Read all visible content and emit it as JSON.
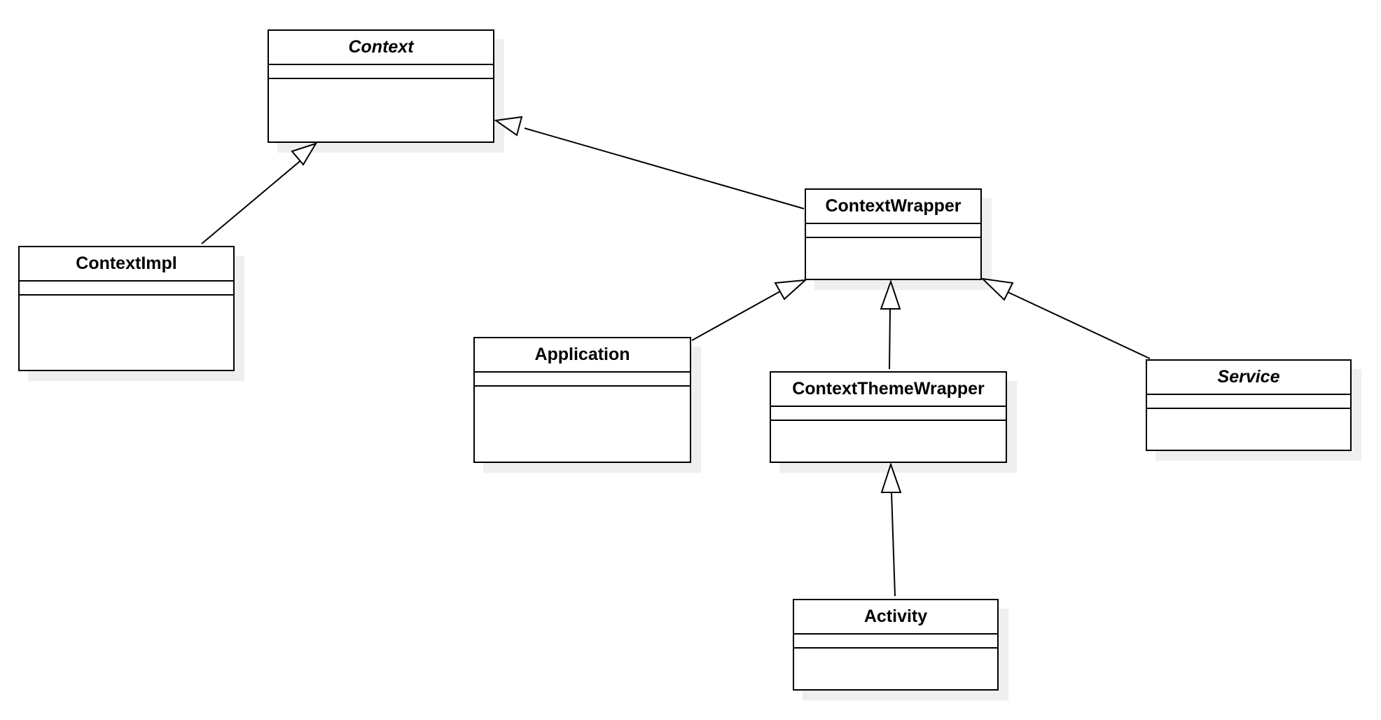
{
  "diagram": {
    "classes": {
      "context": {
        "name": "Context",
        "abstract": true
      },
      "contextimpl": {
        "name": "ContextImpl",
        "abstract": false
      },
      "contextwrapper": {
        "name": "ContextWrapper",
        "abstract": false
      },
      "application": {
        "name": "Application",
        "abstract": false
      },
      "contextthemewrapper": {
        "name": "ContextThemeWrapper",
        "abstract": false
      },
      "service": {
        "name": "Service",
        "abstract": true
      },
      "activity": {
        "name": "Activity",
        "abstract": false
      }
    },
    "relations": [
      {
        "type": "generalization",
        "from": "ContextImpl",
        "to": "Context"
      },
      {
        "type": "generalization",
        "from": "ContextWrapper",
        "to": "Context"
      },
      {
        "type": "generalization",
        "from": "Application",
        "to": "ContextWrapper"
      },
      {
        "type": "generalization",
        "from": "ContextThemeWrapper",
        "to": "ContextWrapper"
      },
      {
        "type": "generalization",
        "from": "Service",
        "to": "ContextWrapper"
      },
      {
        "type": "generalization",
        "from": "Activity",
        "to": "ContextThemeWrapper"
      }
    ]
  }
}
